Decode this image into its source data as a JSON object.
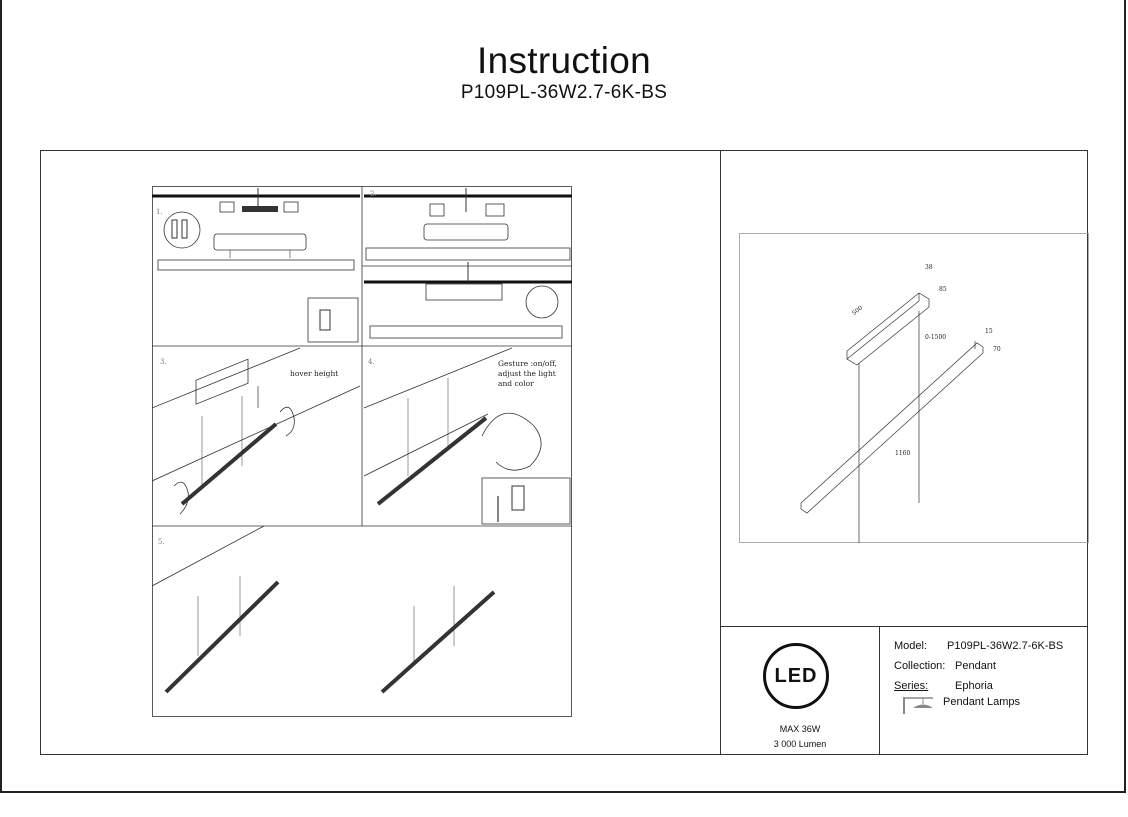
{
  "header": {
    "title": "Instruction",
    "model_code": "P109PL-36W2.7-6K-BS"
  },
  "steps": {
    "step1": "1.",
    "step2": "2.",
    "step3": "3.",
    "step4": "4.",
    "step5": "5.",
    "hover_label": "hover height",
    "gesture_line1": "Gesture :on/off,",
    "gesture_line2": "adjust the light",
    "gesture_line3": "and color"
  },
  "dimensions": {
    "depth": "38",
    "length_canopy": "500",
    "canopy_height": "85",
    "cable": "0-1500",
    "bar_depth": "15",
    "bar_height": "70",
    "bar_length": "1160"
  },
  "led": {
    "logo": "LED",
    "max_power": "MAX 36W",
    "lumen": "3 000 Lumen"
  },
  "info": {
    "model_label": "Model:",
    "model_value": "P109PL-36W2.7-6K-BS",
    "collection_label": "Collection:",
    "collection_value": "Pendant",
    "series_label": "Series:",
    "series_value": "Ephoria",
    "lamp_type": "Pendant Lamps",
    "lamp_icon": "pendant-lamp-icon"
  }
}
